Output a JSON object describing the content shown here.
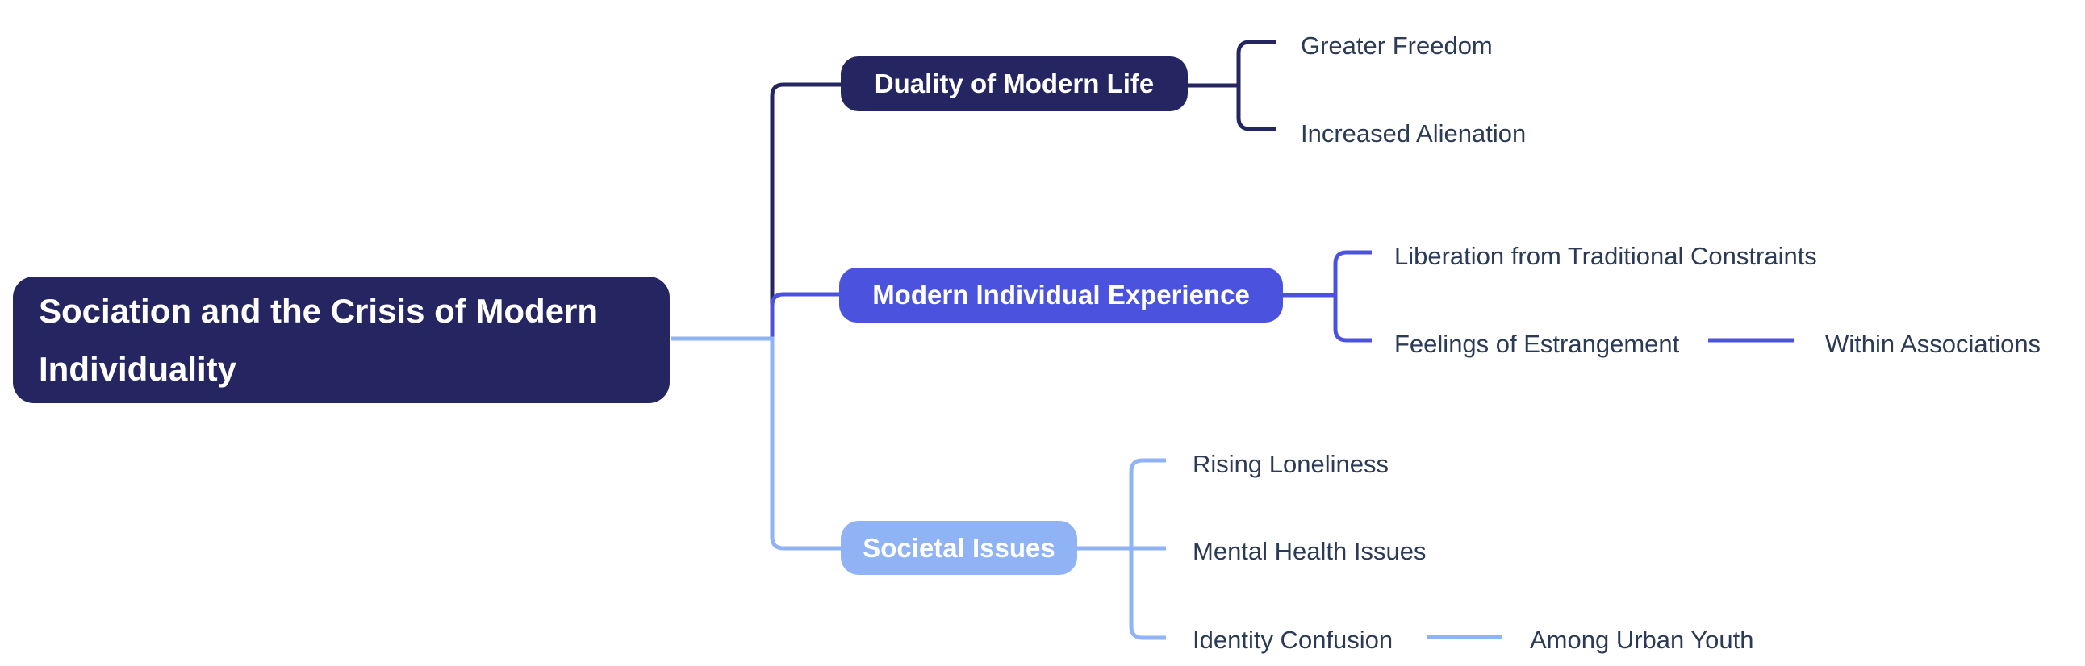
{
  "colors": {
    "navy": "#252561",
    "indigo": "#4B53DE",
    "light_blue": "#8FB3F4",
    "child_text": "#2B3A55",
    "node_text": "#FFFFFF",
    "background": "#FFFFFF"
  },
  "root": {
    "label": "Sociation and the Crisis of Modern Individuality"
  },
  "branches": [
    {
      "label": "Duality of Modern Life",
      "color": "#252561",
      "children": [
        {
          "label": "Greater Freedom"
        },
        {
          "label": "Increased Alienation"
        }
      ]
    },
    {
      "label": "Modern Individual Experience",
      "color": "#4B53DE",
      "children": [
        {
          "label": "Liberation from Traditional Constraints"
        },
        {
          "label": "Feelings of Estrangement",
          "children": [
            {
              "label": "Within Associations"
            }
          ]
        }
      ]
    },
    {
      "label": "Societal Issues",
      "color": "#8FB3F4",
      "children": [
        {
          "label": "Rising Loneliness"
        },
        {
          "label": "Mental Health Issues"
        },
        {
          "label": "Identity Confusion",
          "children": [
            {
              "label": "Among Urban Youth"
            }
          ]
        }
      ]
    }
  ]
}
